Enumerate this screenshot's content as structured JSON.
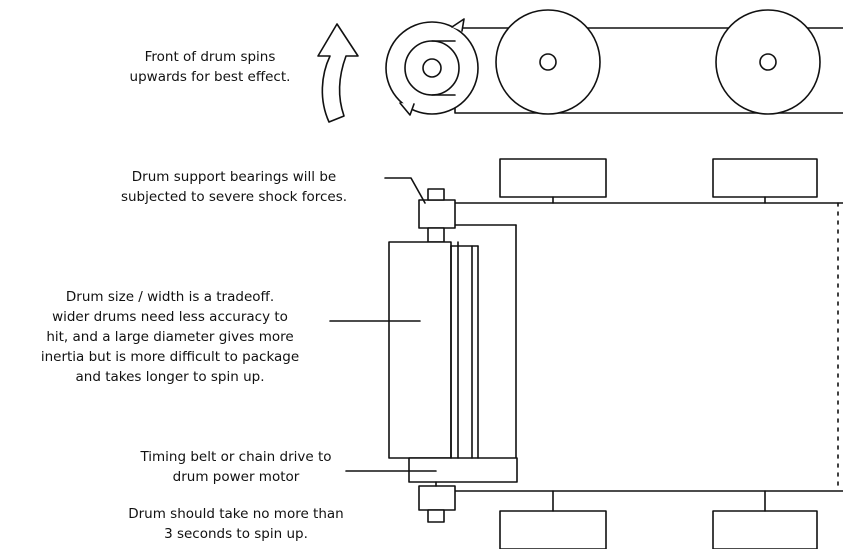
{
  "annotations": {
    "spin_direction": [
      "Front of drum spins",
      "upwards for best effect."
    ],
    "bearings": [
      "Drum support bearings will be",
      "subjected to severe shock forces."
    ],
    "drum_size": [
      "Drum size / width is a tradeoff.",
      "wider drums need less accuracy to",
      "hit, and a large diameter gives more",
      "inertia but is more difficult to package",
      "and takes longer to spin up."
    ],
    "drive": [
      "Timing belt or chain drive to",
      "drum power motor"
    ],
    "spin_up": [
      "Drum should take no more than",
      "3 seconds to spin up."
    ]
  },
  "colors": {
    "line": "#111111",
    "background": "#ffffff"
  }
}
